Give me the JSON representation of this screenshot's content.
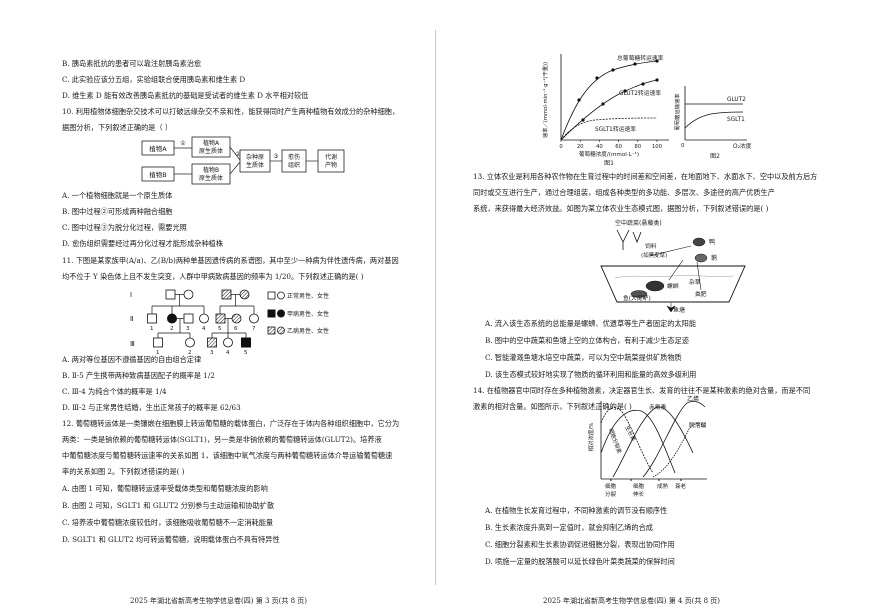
{
  "left": {
    "opt_b": "B. 胰岛素抵抗的患者可以靠注射胰岛素治愈",
    "opt_c": "C. 此实验应该分五组，实验组联合使用胰岛素和维生素 D",
    "opt_d": "D. 维生素 D 能有效改善胰岛素抵抗的基础是受试者的维生素 D 水平相对较低",
    "q10": {
      "stem1": "10. 利用植物体细胞杂交技术可以打破远缘杂交不亲和性，能获得同时产生两种植物有效成分的杂种细胞，",
      "stem2": "据图分析，下列叙述正确的是（    ）",
      "flow": {
        "plant_a": "植物A",
        "proto_a_1": "植物A",
        "proto_a_2": "原生质体",
        "plant_b": "植物B",
        "proto_b_1": "植物B",
        "proto_b_2": "原生质体",
        "hybrid_1": "杂种原",
        "hybrid_2": "生质体",
        "cell_1": "愈伤",
        "cell_2": "组织",
        "product_1": "代谢",
        "product_2": "产物",
        "step1": "①",
        "step2": "②",
        "step3": "③"
      },
      "a": "A. 一个植物细胞就是一个原生质体",
      "b": "B. 图中过程②可形成两种融合细胞",
      "c": "C. 图中过程③为脱分化过程，需要光照",
      "d": "D. 愈伤组织需要经过再分化过程才能形成杂种植株"
    },
    "q11": {
      "stem1": "11. 下图是某家族甲(A/a)、乙(B/b)两种单基因遗传病的系谱图，其中至少一种病为伴性遗传病，两对基因",
      "stem2": "均不位于 Y 染色体上且不发生突变，人群中甲病致病基因的频率为 1/20。下列叙述正确的是(      )",
      "gen_i": "Ⅰ",
      "gen_ii": "Ⅱ",
      "gen_iii": "Ⅲ",
      "legend_normal": "正常男性、女性",
      "legend_a": "甲病男性、女性",
      "legend_b": "乙病男性、女性",
      "a": "A. 两对等位基因不遵循基因的自由组合定律",
      "b": "B. Ⅱ-5 产生携带两种致病基因配子的概率是 1/2",
      "c": "C. Ⅲ-4 为纯合个体的概率是 1/4",
      "d": "D. Ⅲ-2 与正常男性结婚，生出正常孩子的概率是 62/63"
    },
    "q12": {
      "stem1": "12. 葡萄糖转运体是一类镶嵌在细胞膜上转运葡萄糖的载体蛋白，广泛存在于体内各种组织细胞中，它分为",
      "stem2": "两类：一类是钠依赖的葡萄糖转运体(SGLT1)，另一类是非钠依赖的葡萄糖转运体(GLUT2)。培养液",
      "stem3": "中葡萄糖浓度与葡萄糖转运速率的关系如图 1，该细胞中氧气浓度与两种葡萄糖转运体介导运输葡萄糖速",
      "stem4": "率的关系如图 2。下列叙述错误的是(      )",
      "a": "A. 由图 1 可知，葡萄糖转运速率受载体类型和葡萄糖浓度的影响",
      "b": "B. 由图 2 可知，SGLT1 和 GLUT2 分别参与主动运输和协助扩散",
      "c": "C. 培养液中葡萄糖浓度较低时，该细胞吸收葡萄糖不一定消耗能量",
      "d": "D. SGLT1 和 GLUT2 均可转运葡萄糖，说明载体蛋白不具有特异性"
    },
    "footer": "2025 年湖北省新高考生物学信息卷(四)    第 3 页(共 8 页)"
  },
  "right": {
    "fig1": {
      "ylabel": "速率／(mmol·min⁻¹·g⁻¹(干重))",
      "xlabel": "葡萄糖浓度/(mmol·L⁻¹)",
      "caption": "图1",
      "curve_total": "总葡萄糖转运速率",
      "curve_glut2": "GLUT2转运速率",
      "curve_sglt1": "SGLT1转运速率",
      "x_ticks": [
        "0",
        "20",
        "40",
        "60",
        "80",
        "100"
      ]
    },
    "fig2": {
      "ylabel": "葡萄糖运输速率",
      "xlabel": "O₂浓度",
      "caption": "图2",
      "curve_glut2": "GLUT2",
      "curve_sglt1": "SGLT1",
      "origin": "0"
    },
    "q13": {
      "stem1": "13. 立体农业是利用各种农作物在生育过程中的时间差和空间差，在地面地下、水面水下、空中以及前方后方",
      "stem2": "同时或交互进行生产，通过合理组装，组成各种类型的多功能、多层次、多途径的高产优质生产",
      "stem3": "系统，来获得最大经济效益。如图为某立体农业生态模式图，据图分析，下列叙述错误的是(      )",
      "diagram": {
        "crop": "空中蔬菜(悬藤类)",
        "feed": "饲料",
        "feed_note": "(如黑麦草)",
        "duck": "鸭",
        "goose": "鹅",
        "shrimp": "螺蛳",
        "manure": "粪肥",
        "grass": "杂草",
        "fish": "鱼(大尾鲈)",
        "out": "鱼塘"
      },
      "a": "A. 流入该生态系统的总能量是螺蛳、优遗草等生产者固定的太阳能",
      "b": "B. 图中的空中蔬菜和鱼塘上空的立体构合，有利于减少生态足迹",
      "c": "C. 智能灌溉鱼塘水培空中蔬菜，可以为空中蔬菜提供矿质物质",
      "d": "D. 该生态模式较好地实现了物质的循环利用和能量的高效多级利用"
    },
    "q14": {
      "stem1": "14. 在植物器官中同时存在多种植物激素，决定器官生长、发育的往往不是某种激素的绝对含量，而是不同",
      "stem2": "激素的相对含量。如图所示，下列叙述正确的是(      )",
      "ylabel": "相对浓度/%",
      "hormone_ethylene": "乙烯",
      "hormone_aba": "脱落酸",
      "hormone_auxin": "生长素",
      "hormone_ga": "赤霉素",
      "hormone_ck": "细胞分裂素",
      "stage_1": "细胞",
      "stage_1b": "分裂",
      "stage_2": "细胞",
      "stage_2b": "伸长",
      "stage_3": "成熟",
      "stage_4": "衰老",
      "a": "A. 在植物生长发育过程中，不同种激素的调节没有顺序性",
      "b": "B. 生长素浓度升高到一定值时，就会抑制乙烯的合成",
      "c": "C. 细胞分裂素和生长素协调促进细胞分裂，表现出协同作用",
      "d": "D. 喷施一定量的脱落酸可以延长绿色叶菜类蔬菜的保鲜时间"
    },
    "footer": "2025 年湖北省新高考生物学信息卷(四)    第 4 页(共 8 页)"
  }
}
